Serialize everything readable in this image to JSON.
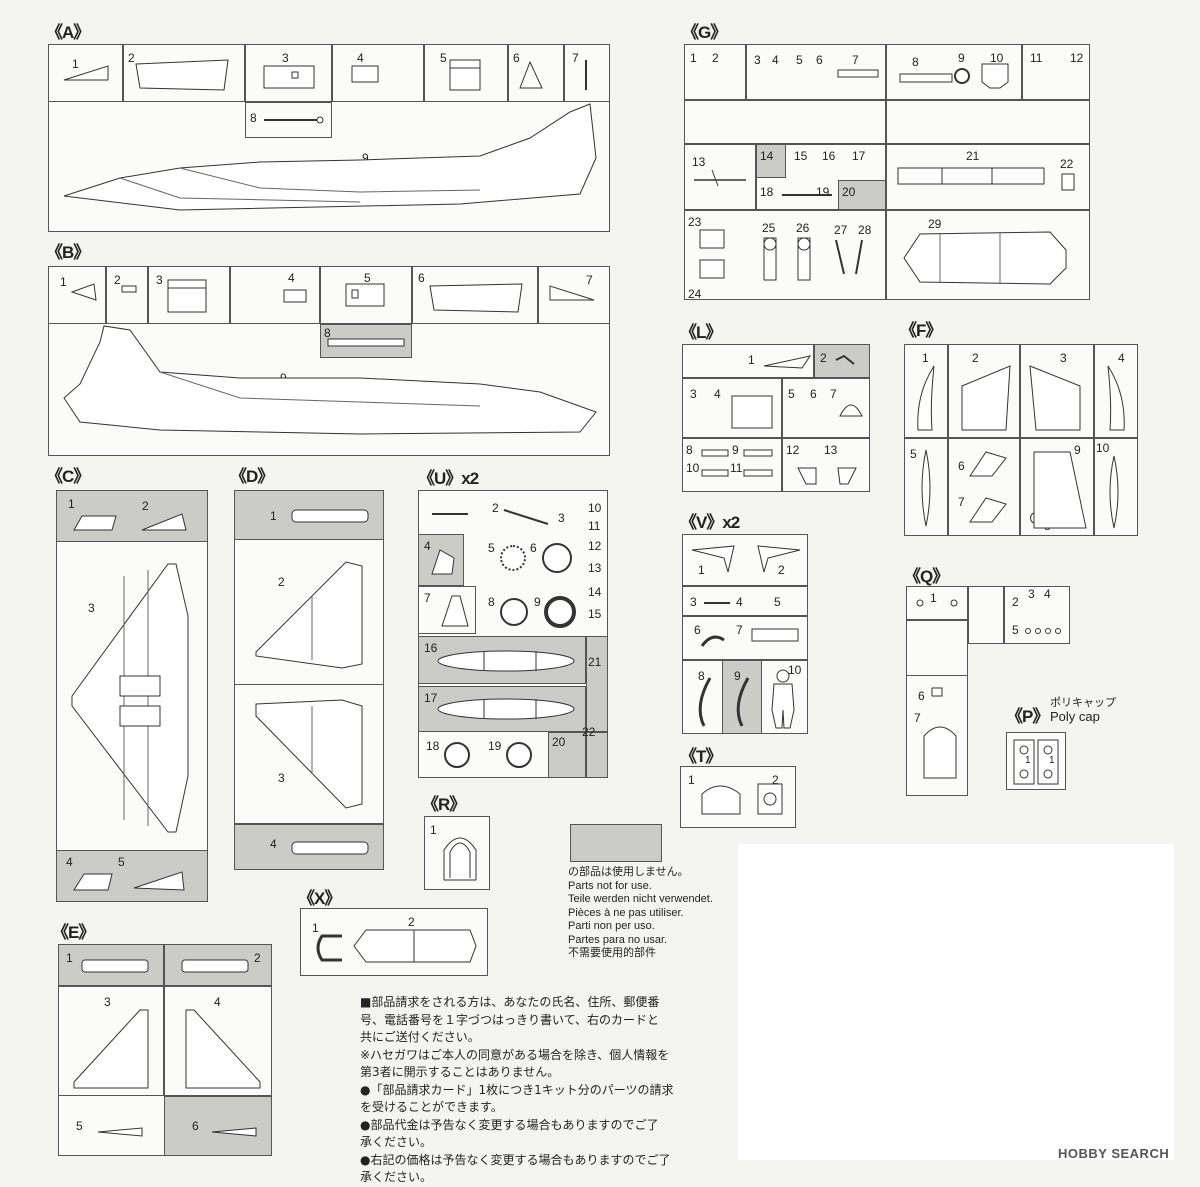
{
  "sections": {
    "A": "《A》",
    "B": "《B》",
    "C": "《C》",
    "D": "《D》",
    "E": "《E》",
    "F": "《F》",
    "G": "《G》",
    "L": "《L》",
    "Q": "《Q》",
    "R": "《R》",
    "T": "《T》",
    "U": "《U》x2",
    "V": "《V》x2",
    "X": "《X》",
    "P": "《P》"
  },
  "numbers": {
    "n1": "1",
    "n2": "2",
    "n3": "3",
    "n4": "4",
    "n5": "5",
    "n6": "6",
    "n7": "7",
    "n8": "8",
    "n9": "9",
    "n10": "10",
    "n11": "11",
    "n12": "12",
    "n13": "13",
    "n14": "14",
    "n15": "15",
    "n16": "16",
    "n17": "17",
    "n18": "18",
    "n19": "19",
    "n20": "20",
    "n21": "21",
    "n22": "22",
    "n23": "23",
    "n24": "24",
    "n25": "25",
    "n26": "26",
    "n27": "27",
    "n28": "28",
    "n29": "29"
  },
  "polycap": {
    "jp": "ポリキャップ",
    "en": "Poly cap"
  },
  "legend": [
    "の部品は使用しません。",
    "Parts not for use.",
    "Teile werden nicht verwendet.",
    "Pièces à ne pas utiliser.",
    "Parti non per uso.",
    "Partes para no usar.",
    "不需要使用的部件"
  ],
  "notes": [
    "■部品請求をされる方は、あなたの氏名、住所、郵便番",
    "号、電話番号を１字づつはっきり書いて、右のカードと",
    "共にご送付ください。",
    "※ハセガワはご本人の同意がある場合を除き、個人情報を",
    "第3者に開示することはありません。",
    "●「部品請求カード」1枚につき1キット分のパーツの請求",
    "を受けることができます。",
    "●部品代金は予告なく変更する場合もありますのでご了",
    "承ください。",
    "●右記の価格は予告なく変更する場合もありますのでご了",
    "承ください。"
  ],
  "watermark": "HOBBY SEARCH",
  "colors": {
    "unused_grey": "#cbcbc7",
    "line": "#333333",
    "paper": "#f4f4f1"
  }
}
